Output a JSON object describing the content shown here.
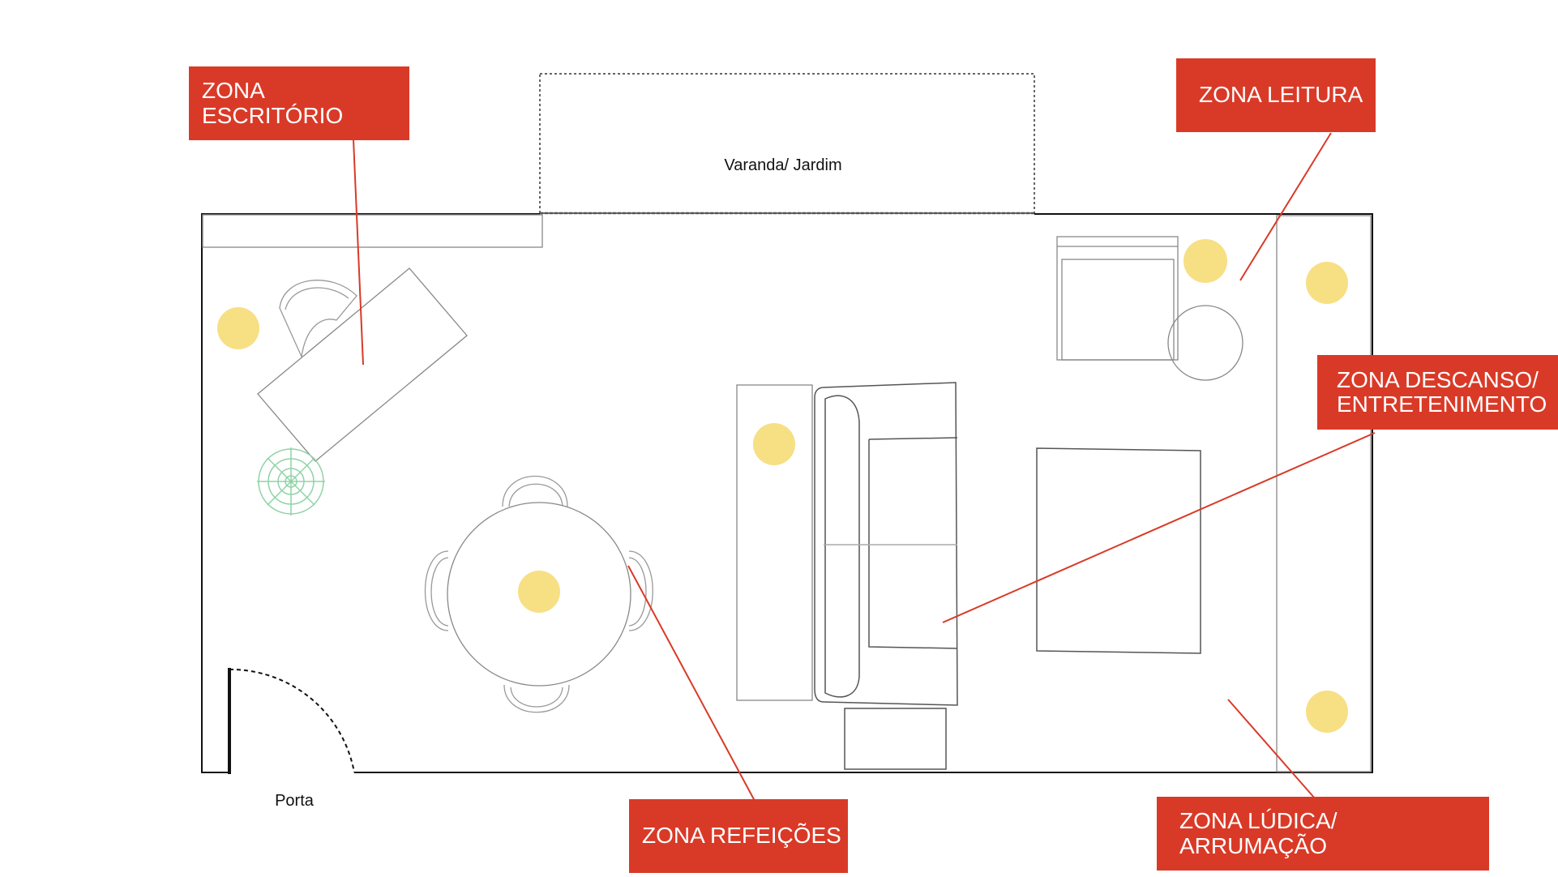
{
  "plan_labels": {
    "balcony": "Varanda/ Jardim",
    "door": "Porta"
  },
  "zones": [
    {
      "id": "escritorio",
      "label": "ZONA ESCRITÓRIO"
    },
    {
      "id": "leitura",
      "label": "ZONA LEITURA"
    },
    {
      "id": "descanso",
      "label": "ZONA DESCANSO/\nENTRETENIMENTO"
    },
    {
      "id": "refeicoes",
      "label": "ZONA REFEIÇÕES"
    },
    {
      "id": "ludica",
      "label": "ZONA LÚDICA/ ARRUMAÇÃO"
    }
  ],
  "colors": {
    "zone_box": "#d93a27",
    "leader_line": "#d93a27",
    "light_spot": "#f7df84",
    "plant": "#8fd3a6",
    "furniture_stroke": "#888888",
    "wall": "#111111"
  },
  "icons": [
    "desk-chair-icon",
    "plant-icon",
    "sofa-icon",
    "armchair-icon",
    "light-spot-icon",
    "door-swing-icon"
  ]
}
